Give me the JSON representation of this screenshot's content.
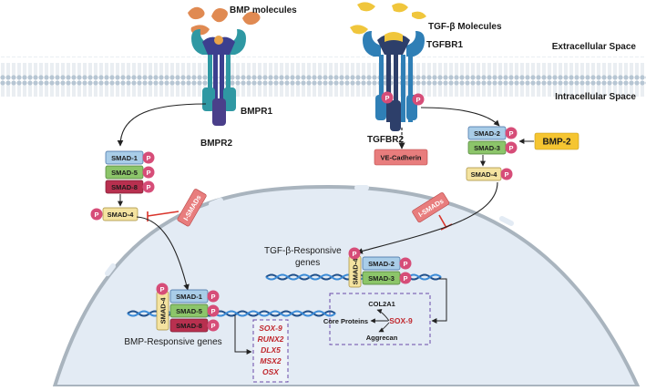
{
  "labels": {
    "bmp_molecules": "BMP molecules",
    "tgfb_molecules": "TGF-β Molecules",
    "tgfbr1": "TGFBR1",
    "tgfbr2": "TGFBR2",
    "bmpr1": "BMPR1",
    "bmpr2": "BMPR2",
    "extracellular": "Extracellular Space",
    "intracellular": "Intracellular Space",
    "ve_cadherin": "VE-Cadherin",
    "bmp2": "BMP-2",
    "i_smads": "I-SMADs",
    "tgfb_genes_line1": "TGF-β-Responsive",
    "tgfb_genes_line2": "genes",
    "bmp_genes": "BMP-Responsive genes",
    "col2a1": "COL2A1",
    "core_proteins": "Core Proteins",
    "aggrecan": "Aggrecan",
    "sox9": "SOX-9"
  },
  "smads": {
    "s1": "SMAD-1",
    "s2": "SMAD-2",
    "s3": "SMAD-3",
    "s4": "SMAD-4",
    "s5": "SMAD-5",
    "s8": "SMAD-8"
  },
  "phospho": "P",
  "bmp_target_genes": [
    "SOX-9",
    "RUNX2",
    "DLX5",
    "MSX2",
    "OSX"
  ],
  "colors": {
    "smad1": "#a9cde8",
    "smad5": "#8cc56a",
    "smad8": "#b8304f",
    "smad2": "#a9cde8",
    "smad3": "#8cc56a",
    "smad4": "#f4e3a0",
    "phospho": "#d64d78",
    "bmp": "#e08a52",
    "tgfb": "#f0c63c",
    "bmp2_box": "#f5c531",
    "inhibitor": "#e87d7d",
    "nucleus": "#e3ebf4",
    "membrane": "#c6d3de",
    "gene_text": "#c0282e"
  }
}
